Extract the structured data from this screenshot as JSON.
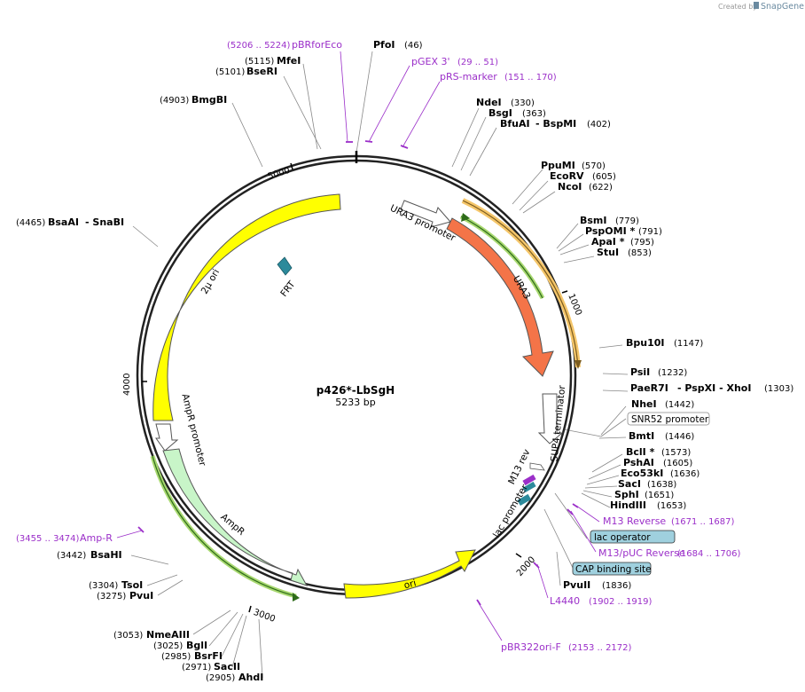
{
  "credit": {
    "prefix": "Created by",
    "brand": "SnapGene"
  },
  "plasmid": {
    "name": "p426*-LbSgH",
    "size": "5233 bp"
  },
  "ticks": [
    "1000",
    "2000",
    "3000",
    "4000",
    "5000"
  ],
  "features": {
    "ura3_promoter": "URA3 promoter",
    "ura3": "URA3",
    "frt": "FRT",
    "two_micron": "2μ ori",
    "ampr_promoter": "AmpR promoter",
    "ampr": "AmpR",
    "ori": "ori",
    "sup4": "SUP4 terminator",
    "m13rev": "M13 rev",
    "lac_promoter": "lac promoter"
  },
  "boxed": {
    "snr52": "SNR52 promoter",
    "lac_operator": "lac operator",
    "cap": "CAP binding site"
  },
  "primers": [
    {
      "coord": "(5206 .. 5224)",
      "name": "pBRforEco"
    },
    {
      "name": "pGEX 3'",
      "coord": "(29 .. 51)"
    },
    {
      "name": "pRS-marker",
      "coord": "(151 .. 170)"
    },
    {
      "name": "M13 Reverse",
      "coord": "(1671 .. 1687)"
    },
    {
      "name": "M13/pUC Reverse",
      "coord": "(1684 .. 1706)"
    },
    {
      "name": "L4440",
      "coord": "(1902 .. 1919)"
    },
    {
      "name": "pBR322ori-F",
      "coord": "(2153 .. 2172)"
    },
    {
      "coord": "(3455 .. 3474)",
      "name": "Amp-R"
    }
  ],
  "sites": {
    "PfoI": {
      "name": "PfoI",
      "coord": "(46)"
    },
    "MfeI": {
      "coord": "(5115)",
      "name": "MfeI"
    },
    "BseRI": {
      "coord": "(5101)",
      "name": "BseRI"
    },
    "BmgBI": {
      "coord": "(4903)",
      "name": "BmgBI"
    },
    "BsaAI": {
      "coord": "(4465)",
      "name": "BsaAI",
      "extra": "- SnaBI"
    },
    "NdeI": {
      "name": "NdeI",
      "coord": "(330)"
    },
    "BsgI": {
      "name": "BsgI",
      "coord": "(363)"
    },
    "BfuAI": {
      "name": "BfuAI",
      "extra": "- BspMI",
      "coord": "(402)"
    },
    "PpuMI": {
      "name": "PpuMI",
      "coord": "(570)"
    },
    "EcoRV": {
      "name": "EcoRV",
      "coord": "(605)"
    },
    "NcoI": {
      "name": "NcoI",
      "coord": "(622)"
    },
    "BsmI": {
      "name": "BsmI",
      "coord": "(779)"
    },
    "PspOMI": {
      "name": "PspOMI *",
      "coord": "(791)"
    },
    "ApaI": {
      "name": "ApaI *",
      "coord": "(795)"
    },
    "StuI": {
      "name": "StuI",
      "coord": "(853)"
    },
    "Bpu10I": {
      "name": "Bpu10I",
      "coord": "(1147)"
    },
    "PsiI": {
      "name": "PsiI",
      "coord": "(1232)"
    },
    "PaeR7I": {
      "name": "PaeR7I",
      "extra": "- PspXI  - XhoI",
      "coord": "(1303)"
    },
    "NheI": {
      "name": "NheI",
      "coord": "(1442)"
    },
    "BmtI": {
      "name": "BmtI",
      "coord": "(1446)"
    },
    "BclI": {
      "name": "BclI *",
      "coord": "(1573)"
    },
    "PshAI": {
      "name": "PshAI",
      "coord": "(1605)"
    },
    "Eco53kI": {
      "name": "Eco53kI",
      "coord": "(1636)"
    },
    "SacI": {
      "name": "SacI",
      "coord": "(1638)"
    },
    "SphI": {
      "name": "SphI",
      "coord": "(1651)"
    },
    "HindIII": {
      "name": "HindIII",
      "coord": "(1653)"
    },
    "PvuII": {
      "name": "PvuII",
      "coord": "(1836)"
    },
    "BsaHI": {
      "coord": "(3442)",
      "name": "BsaHI"
    },
    "TsoI": {
      "coord": "(3304)",
      "name": "TsoI"
    },
    "PvuI": {
      "coord": "(3275)",
      "name": "PvuI"
    },
    "NmeAIII": {
      "coord": "(3053)",
      "name": "NmeAIII"
    },
    "BglI": {
      "coord": "(3025)",
      "name": "BglI"
    },
    "BsrFI": {
      "coord": "(2985)",
      "name": "BsrFI"
    },
    "SacII": {
      "coord": "(2971)",
      "name": "SacII"
    },
    "AhdI": {
      "coord": "(2905)",
      "name": "AhdI"
    }
  }
}
